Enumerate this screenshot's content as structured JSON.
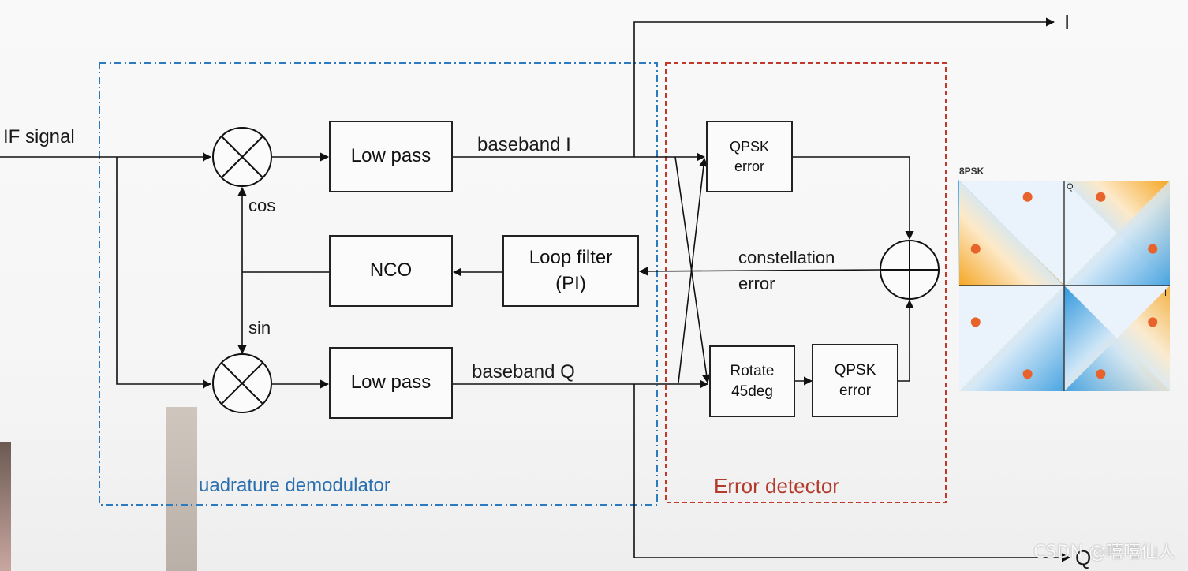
{
  "diagram": {
    "input_label": "IF signal",
    "output_i": "I",
    "output_q": "Q",
    "blocks": {
      "lowpass_top": "Low pass",
      "lowpass_bottom": "Low pass",
      "nco": "NCO",
      "loop_filter_line1": "Loop filter",
      "loop_filter_line2": "(PI)",
      "qpsk_top_line1": "QPSK",
      "qpsk_top_line2": "error",
      "rotate_line1": "Rotate",
      "rotate_line2": "45deg",
      "qpsk_bottom_line1": "QPSK",
      "qpsk_bottom_line2": "error"
    },
    "signals": {
      "cos": "cos",
      "sin": "sin",
      "baseband_i": "baseband I",
      "baseband_q": "baseband Q",
      "constellation_line1": "constellation",
      "constellation_line2": "error"
    },
    "groups": {
      "quadrature": "uadrature demodulator",
      "error_detector": "Error detector"
    },
    "colors": {
      "quadrature": "#2a7bbf",
      "error_detector": "#c0392b",
      "point": "#e8632b"
    }
  },
  "constellation": {
    "title": "8PSK",
    "axis_i": "I",
    "axis_q": "Q",
    "points": [
      {
        "i": 0.38,
        "q": 0.92
      },
      {
        "i": 0.92,
        "q": 0.38
      },
      {
        "i": 0.92,
        "q": -0.38
      },
      {
        "i": 0.38,
        "q": -0.92
      },
      {
        "i": -0.38,
        "q": -0.92
      },
      {
        "i": -0.92,
        "q": -0.38
      },
      {
        "i": -0.92,
        "q": 0.38
      },
      {
        "i": -0.38,
        "q": 0.92
      }
    ]
  },
  "watermark": "CSDN @嘻嘻仙人"
}
